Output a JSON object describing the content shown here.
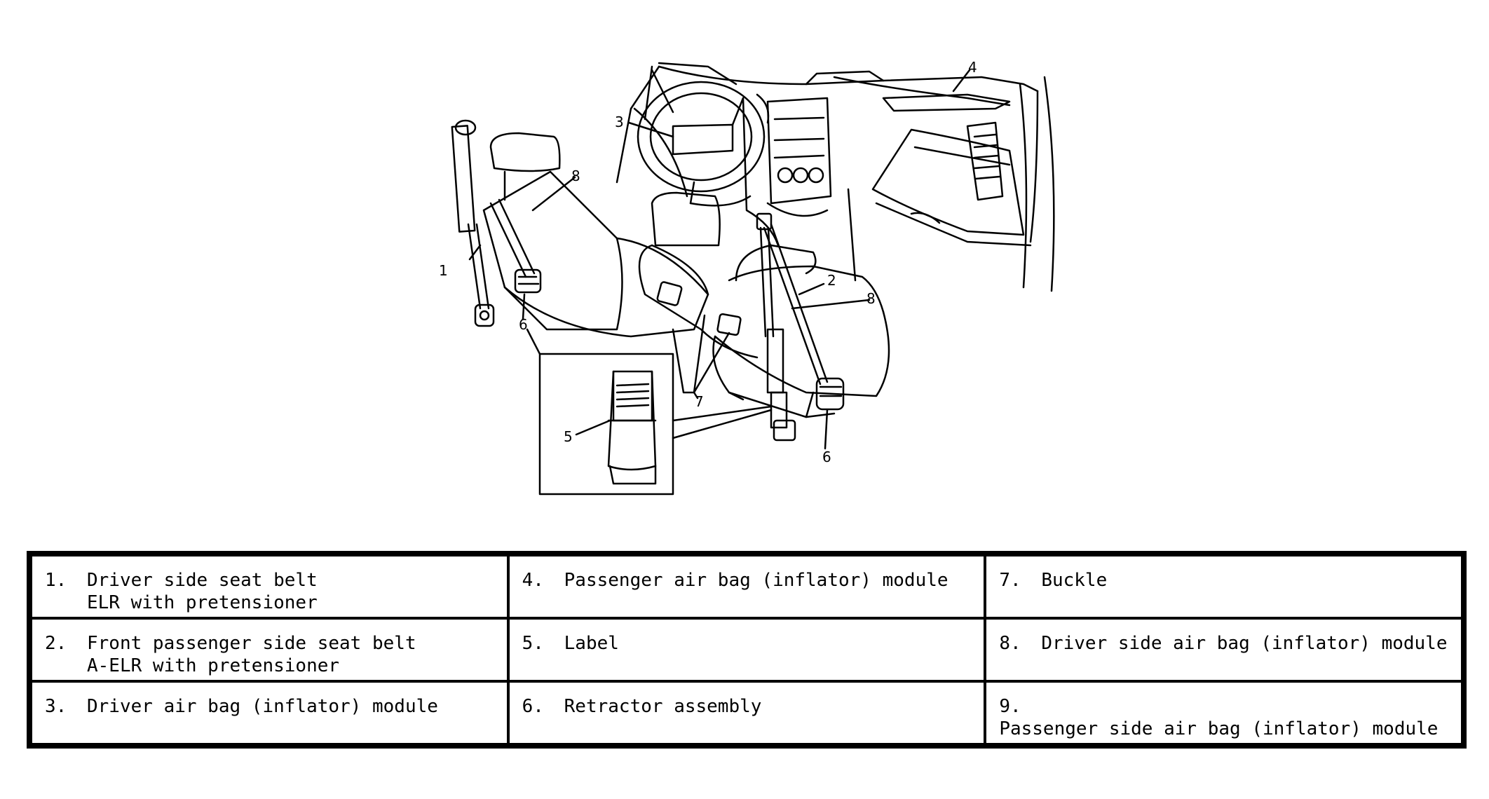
{
  "callouts": [
    "1",
    "2",
    "3",
    "4",
    "5",
    "6",
    "6",
    "7",
    "8",
    "8"
  ],
  "legend": {
    "rows": [
      [
        {
          "num": "1.",
          "line1": "Driver side seat belt",
          "line2": "ELR with pretensioner"
        },
        {
          "num": "4.",
          "line1": "Passenger air bag (inflator) module",
          "line2": ""
        },
        {
          "num": "7.",
          "line1": "Buckle",
          "line2": ""
        }
      ],
      [
        {
          "num": "2.",
          "line1": "Front passenger side seat belt",
          "line2": "A-ELR with pretensioner"
        },
        {
          "num": "5.",
          "line1": "Label",
          "line2": ""
        },
        {
          "num": "8.",
          "line1": "Driver side air bag (inflator) module",
          "line2": ""
        }
      ],
      [
        {
          "num": "3.",
          "line1": "Driver air bag (inflator) module",
          "line2": ""
        },
        {
          "num": "6.",
          "line1": "Retractor assembly",
          "line2": ""
        },
        {
          "num": "9.",
          "line1": "Passenger side air bag (inflator) module",
          "line2": ""
        }
      ]
    ]
  }
}
